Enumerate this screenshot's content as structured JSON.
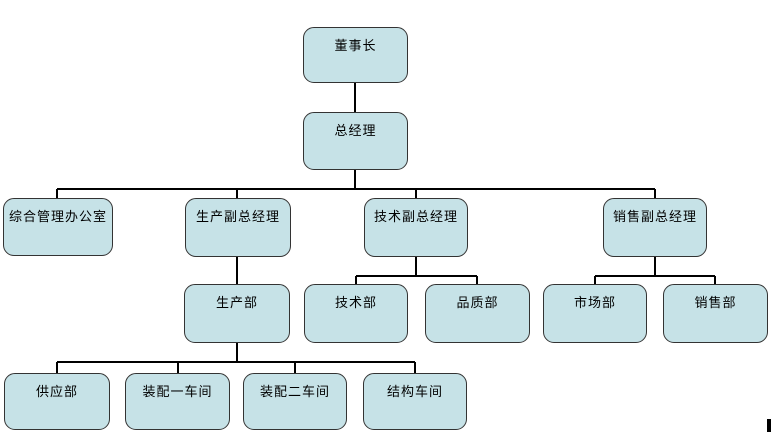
{
  "diagram": {
    "type": "org-chart",
    "nodes": [
      {
        "id": "chairman",
        "label": "董事长",
        "parent": null
      },
      {
        "id": "general-manager",
        "label": "总经理",
        "parent": "chairman"
      },
      {
        "id": "admin-office",
        "label": "综合管理办公室",
        "parent": "general-manager"
      },
      {
        "id": "production-vgm",
        "label": "生产副总经理",
        "parent": "general-manager"
      },
      {
        "id": "tech-vgm",
        "label": "技术副总经理",
        "parent": "general-manager"
      },
      {
        "id": "sales-vgm",
        "label": "销售副总经理",
        "parent": "general-manager"
      },
      {
        "id": "production-dept",
        "label": "生产部",
        "parent": "production-vgm"
      },
      {
        "id": "tech-dept",
        "label": "技术部",
        "parent": "tech-vgm"
      },
      {
        "id": "quality-dept",
        "label": "品质部",
        "parent": "tech-vgm"
      },
      {
        "id": "market-dept",
        "label": "市场部",
        "parent": "sales-vgm"
      },
      {
        "id": "sales-dept",
        "label": "销售部",
        "parent": "sales-vgm"
      },
      {
        "id": "supply-dept",
        "label": "供应部",
        "parent": "production-dept"
      },
      {
        "id": "assembly-workshop-1",
        "label": "装配一车间",
        "parent": "production-dept"
      },
      {
        "id": "assembly-workshop-2",
        "label": "装配二车间",
        "parent": "production-dept"
      },
      {
        "id": "structure-workshop",
        "label": "结构车间",
        "parent": "production-dept"
      }
    ],
    "colors": {
      "node_fill": "#c6e2e7",
      "node_border": "#333333",
      "connector": "#000000",
      "background": "#ffffff"
    }
  }
}
